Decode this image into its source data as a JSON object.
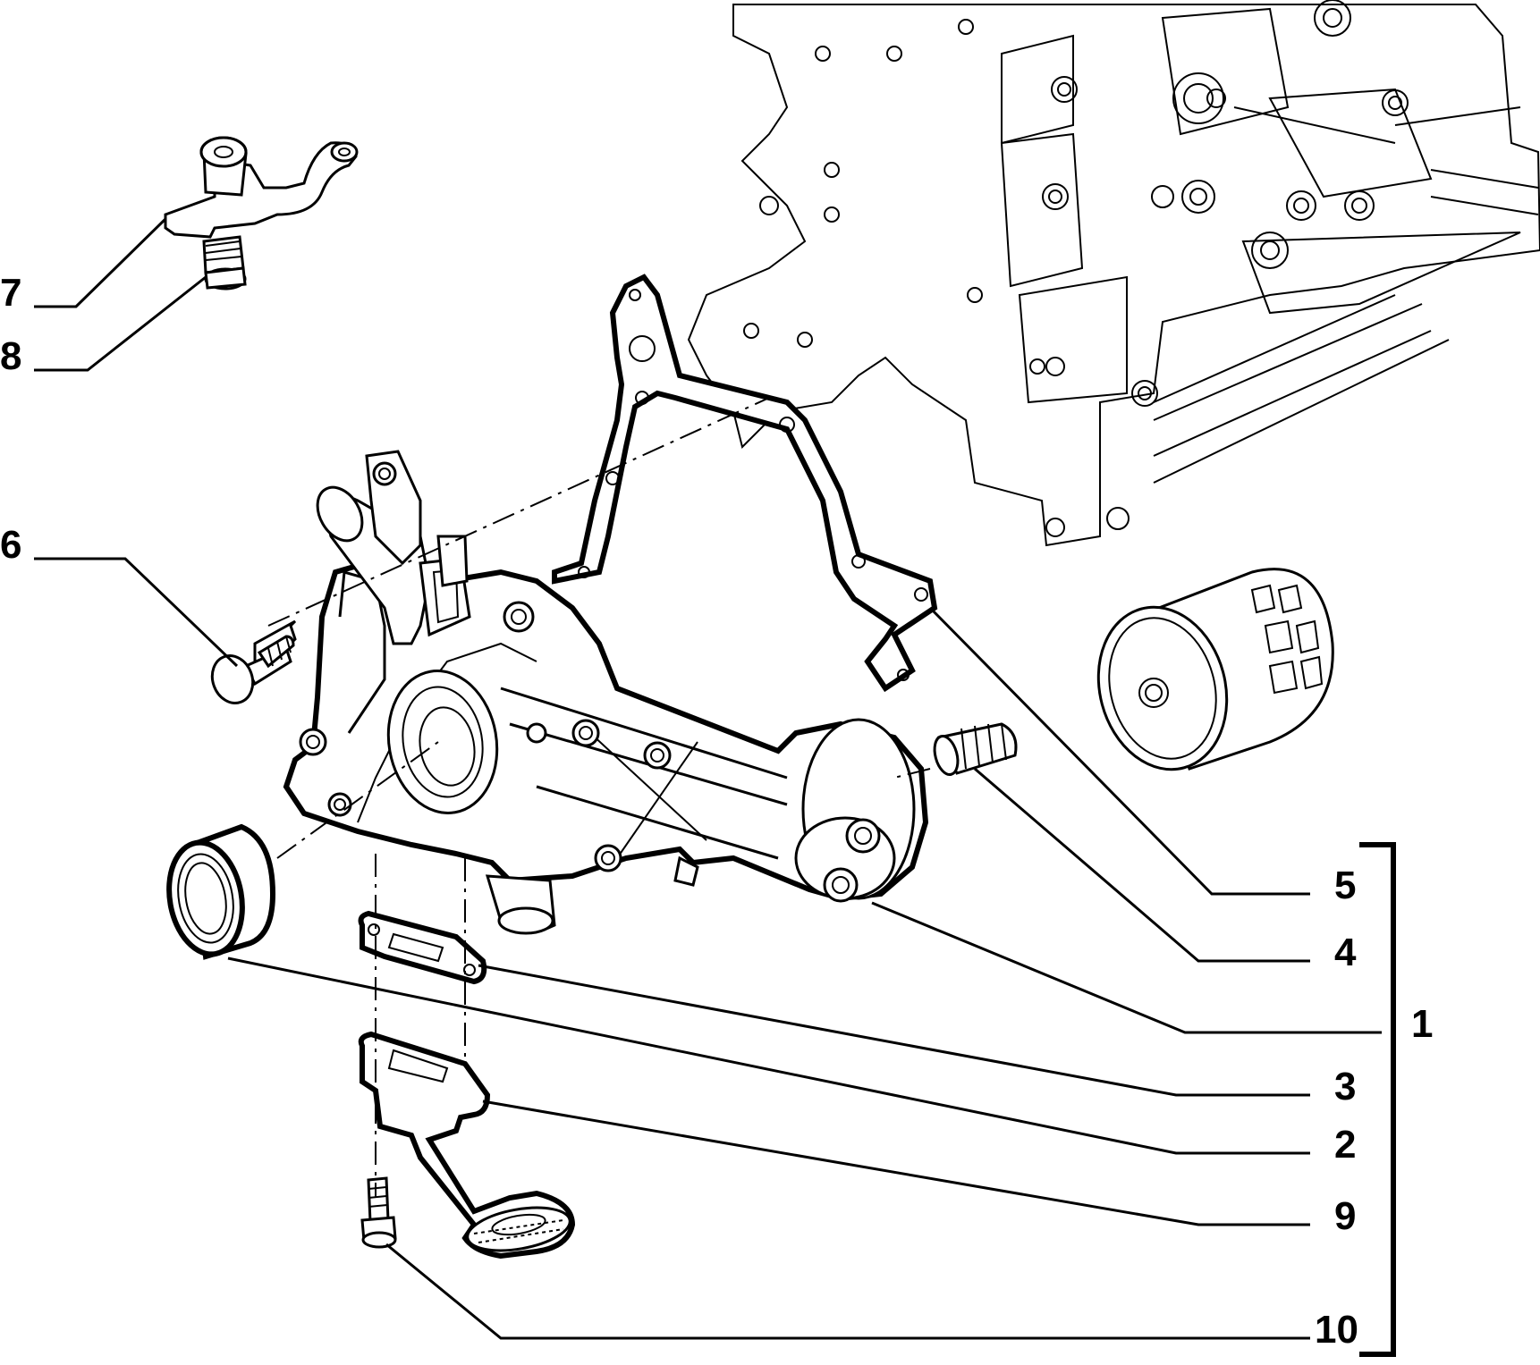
{
  "diagram": {
    "callouts": [
      {
        "id": "c7",
        "label": "7"
      },
      {
        "id": "c8",
        "label": "8"
      },
      {
        "id": "c6",
        "label": "6"
      },
      {
        "id": "c5",
        "label": "5"
      },
      {
        "id": "c4",
        "label": "4"
      },
      {
        "id": "c1",
        "label": "1"
      },
      {
        "id": "c3",
        "label": "3"
      },
      {
        "id": "c2",
        "label": "2"
      },
      {
        "id": "c9",
        "label": "9"
      },
      {
        "id": "c10",
        "label": "10"
      }
    ]
  }
}
